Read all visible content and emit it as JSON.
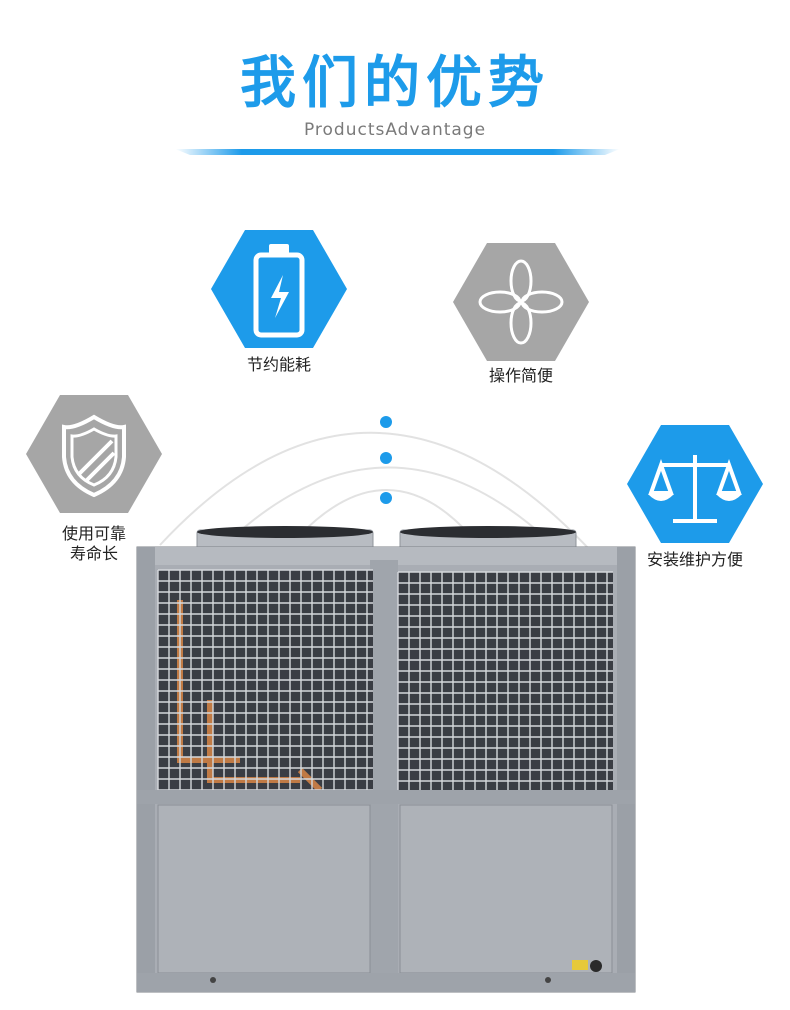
{
  "header": {
    "title": "我们的优势",
    "subtitle": "ProductsAdvantage"
  },
  "features": [
    {
      "label": "节约能耗",
      "icon": "battery-charging-icon",
      "style": "blue"
    },
    {
      "label": "操作简便",
      "icon": "fan-blade-icon",
      "style": "gray"
    },
    {
      "label_line1": "使用可靠",
      "label_line2": "寿命长",
      "icon": "shield-icon",
      "style": "gray"
    },
    {
      "label": "安装维护方便",
      "icon": "balance-scale-icon",
      "style": "blue"
    }
  ],
  "colors": {
    "accent": "#1d9bea",
    "hex_gray": "#a6a6a6",
    "text": "#222222",
    "subtitle": "#7a7a7a",
    "unit_body": "#a9adb4"
  }
}
